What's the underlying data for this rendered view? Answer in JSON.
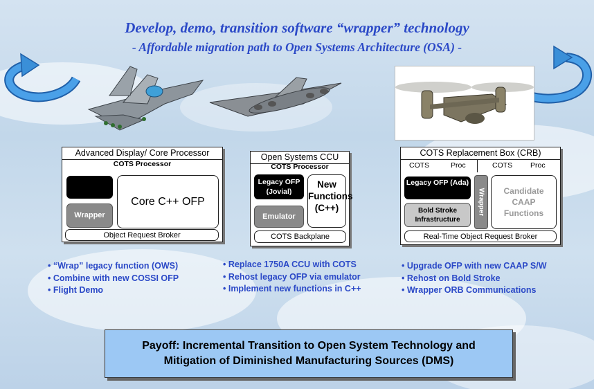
{
  "header": {
    "line1": "Develop, demo, transition software “wrapper” technology",
    "line2": "- Affordable migration path to Open Systems Architecture (OSA) -"
  },
  "box1": {
    "title": "Advanced Display/ Core Processor",
    "subtitle": "COTS Processor",
    "wrapper": "Wrapper",
    "core": "Core C++ OFP",
    "bottom": "Object Request Broker"
  },
  "box2": {
    "title": "Open Systems CCU",
    "subtitle": "COTS Processor",
    "legacy": "Legacy OFP (Jovial)",
    "emulator": "Emulator",
    "new_functions": "New Functions (C++)",
    "bottom": "COTS Backplane"
  },
  "box3": {
    "title": "COTS Replacement Box (CRB)",
    "left_cots": "COTS",
    "left_proc": "Proc",
    "right_cots": "COTS",
    "right_proc": "Proc",
    "legacy": "Legacy OFP (Ada)",
    "bold_stroke": "Bold Stroke Infrastructure",
    "wrapper_vertical": "Wrapper",
    "candidate": "Candidate CAAP Functions",
    "bottom": "Real-Time Object Request Broker"
  },
  "bullets": {
    "col1": [
      "• “Wrap” legacy function (OWS)",
      "• Combine with new COSSI OFP",
      "• Flight Demo"
    ],
    "col2": [
      "• Replace 1750A CCU with COTS",
      "• Rehost legacy OFP via emulator",
      "• Implement new functions in C++"
    ],
    "col3": [
      "• Upgrade OFP with new CAAP S/W",
      "• Rehost on Bold Stroke",
      "• Wrapper ORB Communications"
    ]
  },
  "payoff": {
    "line1": "Payoff:  Incremental Transition to Open System Technology and",
    "line2": "Mitigation of Diminished Manufacturing Sources (DMS)"
  },
  "colors": {
    "accent_text": "#2b49c7",
    "payoff_fill": "#9cc8f4",
    "arrow": "#3a8fd8"
  },
  "icons": [
    "circular-arrow-left-icon",
    "fighter-jet-icon",
    "cargo-plane-icon",
    "tiltrotor-icon",
    "circular-arrow-right-icon"
  ]
}
